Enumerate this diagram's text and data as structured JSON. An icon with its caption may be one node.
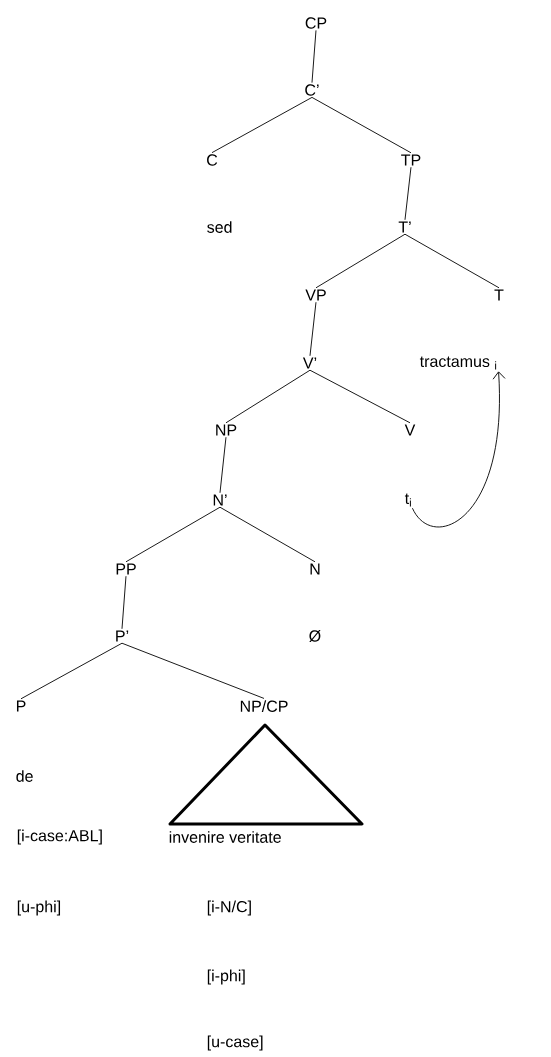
{
  "diagram": {
    "nodes": [
      {
        "text": [
          "CP"
        ]
      },
      {
        "text": [
          "C’"
        ]
      },
      {
        "text": [
          "C"
        ]
      },
      {
        "text": [
          "TP"
        ]
      },
      {
        "text": [
          "T’"
        ]
      },
      {
        "text": [
          "VP"
        ]
      },
      {
        "text": [
          "T"
        ]
      },
      {
        "text": [
          "V’"
        ]
      },
      {
        "text": [
          "tractamus $_{i}$"
        ]
      },
      {
        "text": [
          "NP"
        ]
      },
      {
        "text": [
          "V"
        ]
      },
      {
        "text": [
          "N’"
        ]
      },
      {
        "text": [
          "t$_{i}$"
        ]
      },
      {
        "text": [
          "PP"
        ]
      },
      {
        "text": [
          "N"
        ]
      },
      {
        "text": [
          "P’"
        ]
      },
      {
        "text": [
          "P"
        ]
      },
      {
        "text": [
          "NP/CP"
        ]
      }
    ],
    "edges": [
      {
        "from": 0,
        "to": 1,
        "arrow": "none"
      },
      {
        "from": 1,
        "to": 2,
        "arrow": "none"
      },
      {
        "from": 1,
        "to": 3,
        "arrow": "none"
      },
      {
        "from": 3,
        "to": 4,
        "arrow": "none"
      },
      {
        "from": 4,
        "to": 5,
        "arrow": "none"
      },
      {
        "from": 4,
        "to": 6,
        "arrow": "none"
      },
      {
        "from": 5,
        "to": 7,
        "arrow": "none"
      },
      {
        "from": 7,
        "to": 9,
        "arrow": "none"
      },
      {
        "from": 7,
        "to": 10,
        "arrow": "none"
      },
      {
        "from": 9,
        "to": 11,
        "arrow": "none"
      },
      {
        "from": 11,
        "to": 13,
        "arrow": "none"
      },
      {
        "from": 11,
        "to": 14,
        "arrow": "none"
      },
      {
        "from": 13,
        "to": 15,
        "arrow": "none"
      },
      {
        "from": 15,
        "to": 16,
        "arrow": "none"
      },
      {
        "from": 15,
        "to": 17,
        "arrow": "none"
      },
      {
        "from": 12,
        "to": 8,
        "arrow": "to"
      }
    ],
    "labels": [
      "sed",
      "Ø",
      "de",
      "[i-case:ABL]",
      "invenire veritate",
      "[u-phi]",
      "[i-N/C]",
      "[i-phi]",
      "[u-case]"
    ]
  }
}
